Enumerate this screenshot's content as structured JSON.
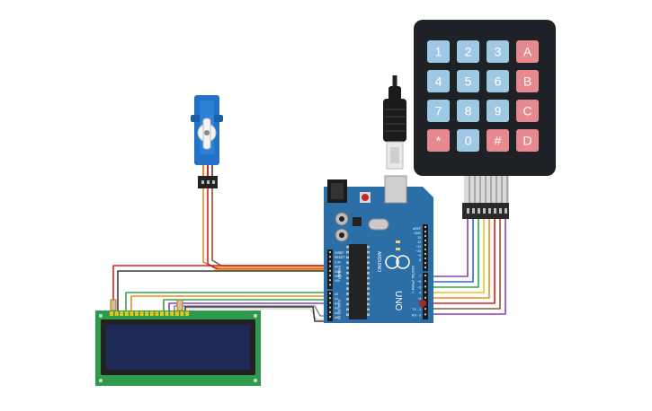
{
  "colors": {
    "keypad_body": "#1e2227",
    "key_number": "#9fc8e4",
    "key_letter": "#e68a90",
    "key_text": "#ffffff",
    "arduino_board": "#2c6fa6",
    "lcd_board": "#2f9a4c",
    "lcd_screen": "#1d2a57",
    "servo_body": "#2273c7",
    "wire_red": "#d62020",
    "wire_black": "#3a3a3a",
    "wire_orange": "#f08a1c",
    "wire_yellow": "#e7c51d",
    "wire_green": "#2fa84a",
    "wire_blue": "#2d6be0",
    "wire_purple": "#8a3cc8",
    "wire_brown": "#8a5a2b",
    "wire_gray": "#8b8b8b"
  },
  "keypad": {
    "keys": [
      [
        "1",
        "2",
        "3",
        "A"
      ],
      [
        "4",
        "5",
        "6",
        "B"
      ],
      [
        "7",
        "8",
        "9",
        "C"
      ],
      [
        "*",
        "0",
        "#",
        "D"
      ]
    ]
  },
  "arduino": {
    "label_uno": "UNO",
    "label_arduino": "ARDUINO",
    "power_pins": [
      "IOREF",
      "RESET",
      "3.3V",
      "5V",
      "GND",
      "GND",
      "VIN"
    ],
    "analog_pins": [
      "A0",
      "A1",
      "A2",
      "A3",
      "A4",
      "A5"
    ],
    "digital_pins_top": [
      "AREF",
      "GND",
      "13",
      "12",
      "~11",
      "~10",
      "~9",
      "8"
    ],
    "digital_pins_bottom": [
      "7",
      "~6",
      "~5",
      "4",
      "~3",
      "2",
      "TX→1",
      "RX←0"
    ],
    "section_power": "POWER",
    "section_analog": "ANALOG IN",
    "section_digital": "DIGITAL (PWM~)"
  },
  "icons": {
    "usb_cable": "usb-cable-icon",
    "servo": "servo-motor-icon",
    "chip": "microcontroller-chip-icon"
  }
}
